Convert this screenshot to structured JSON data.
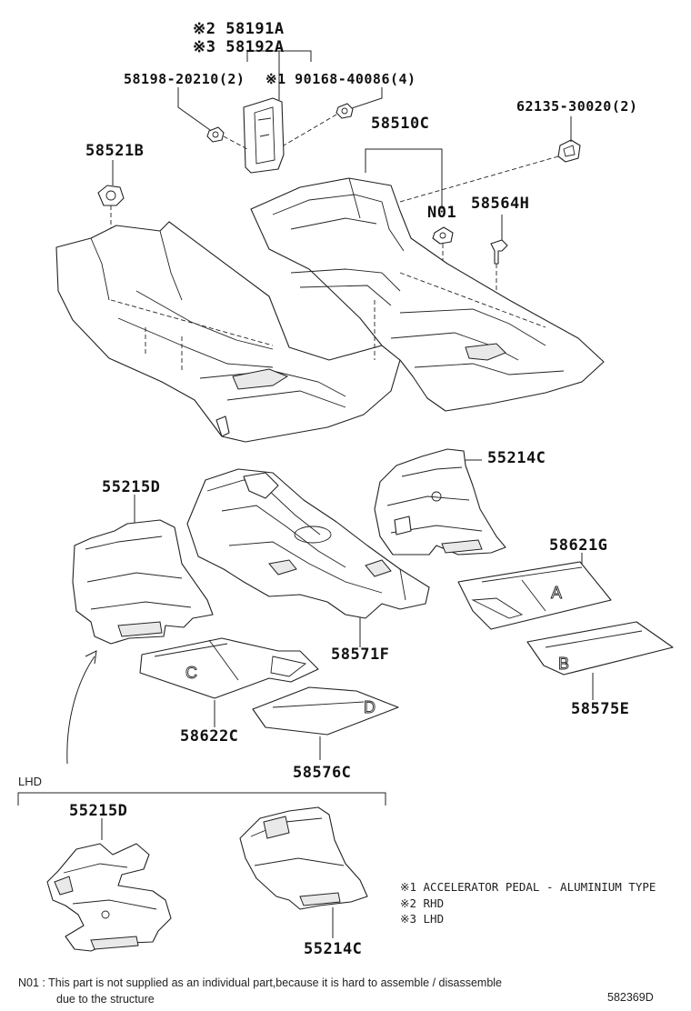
{
  "labels": {
    "l58191a": "※2 58191A",
    "l58192a": "※3 58192A",
    "l58198": "58198-20210(2)",
    "l90168": "※1 90168-40086(4)",
    "l62135": "62135-30020(2)",
    "l58510c": "58510C",
    "l58521b": "58521B",
    "ln01": "N01",
    "l58564h": "58564H",
    "l55214c_top": "55214C",
    "l55215d_top": "55215D",
    "l58621g": "58621G",
    "l58571f": "58571F",
    "l58575e": "58575E",
    "l58622c": "58622C",
    "l58576c": "58576C",
    "l55215d_lhd": "55215D",
    "l55214c_lhd": "55214C"
  },
  "lhd_label": "LHD",
  "notes": [
    "※1 ACCELERATOR PEDAL - ALUMINIUM TYPE",
    "※2 RHD",
    "※3 LHD"
  ],
  "footnote": {
    "line1": "N01 : This part is not supplied as an individual part,because it is hard to assemble / disassemble",
    "line2": "due to the structure"
  },
  "diagram_code": "582369D",
  "mat_letters": {
    "a": "A",
    "b": "B",
    "c": "C",
    "d": "D"
  }
}
